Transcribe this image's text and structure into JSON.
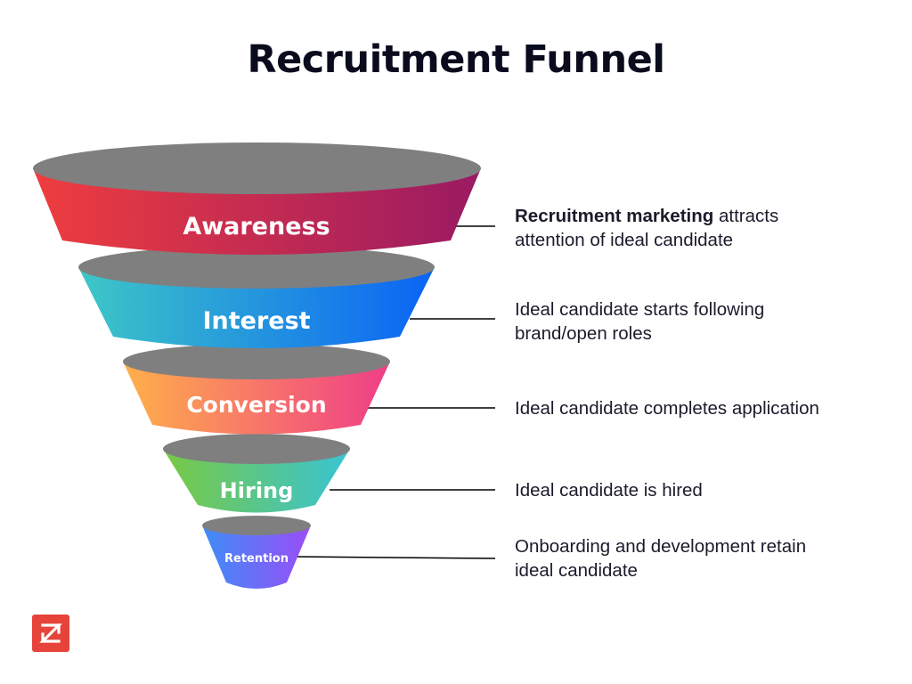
{
  "title": "Recruitment Funnel",
  "stages": [
    {
      "label": "Awareness",
      "description_lead": "Recruitment marketing",
      "description_line1_rest": " attracts",
      "description_line2": "attention of ideal candidate"
    },
    {
      "label": "Interest",
      "description_line1": "Ideal candidate starts following",
      "description_line2": "brand/open roles"
    },
    {
      "label": "Conversion",
      "description_line1": "Ideal candidate completes application"
    },
    {
      "label": "Hiring",
      "description_line1": "Ideal candidate is hired"
    },
    {
      "label": "Retention",
      "description_line1": "Onboarding and development retain",
      "description_line2": "ideal candidate"
    }
  ],
  "colors": {
    "awareness": [
      "#ef3d3f",
      "#9a1a63"
    ],
    "interest": [
      "#3ec7c7",
      "#0a63f5"
    ],
    "conversion": [
      "#ffb04a",
      "#ef3d88"
    ],
    "hiring": [
      "#7ac943",
      "#38c3d3"
    ],
    "retention": [
      "#3e8df7",
      "#9a4df7"
    ],
    "disc_top": "#7f7f7f",
    "connector": "#000000",
    "logo": "#e6433b"
  },
  "logo_icon": "zoominfo-z-arrow-icon"
}
